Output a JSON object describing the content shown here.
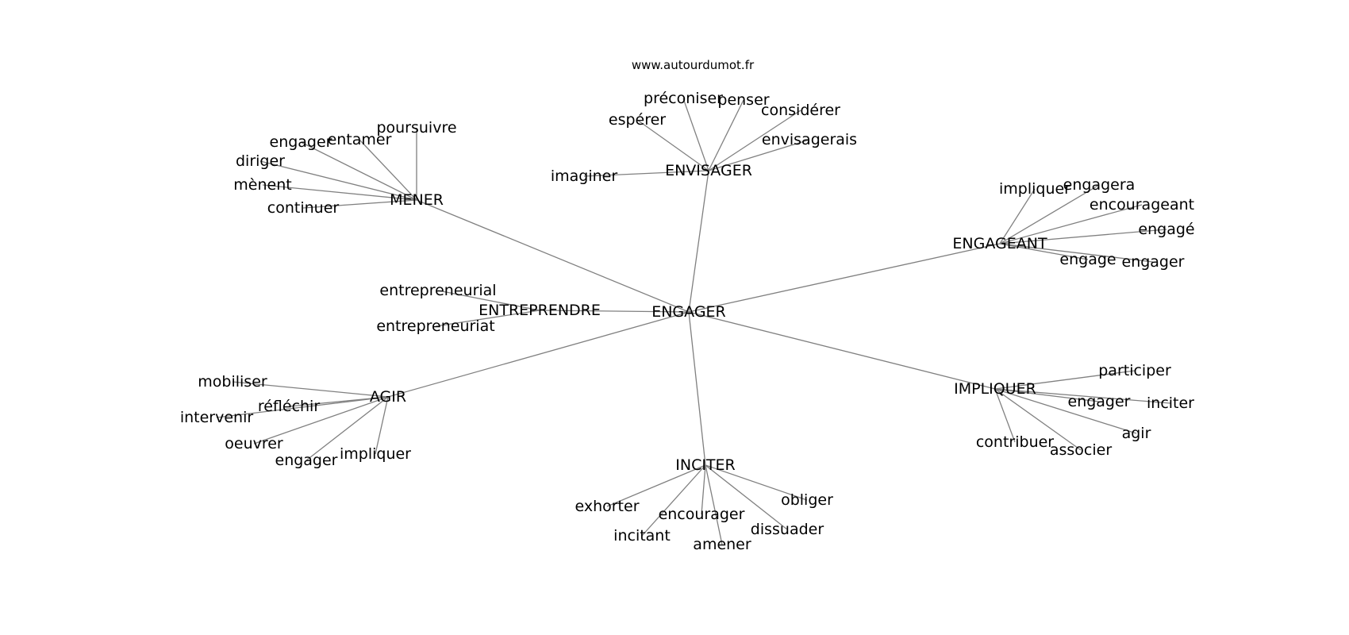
{
  "site_label": "www.autourdumot.fr",
  "center": "ENGAGER",
  "hubs": [
    {
      "label": "MENER",
      "neighbors": [
        "poursuivre",
        "entamer",
        "engager",
        "diriger",
        "mènent",
        "continuer"
      ]
    },
    {
      "label": "ENVISAGER",
      "neighbors": [
        "préconiser",
        "penser",
        "considérer",
        "espérer",
        "envisagerais",
        "imaginer"
      ]
    },
    {
      "label": "ENGAGEANT",
      "neighbors": [
        "impliquer",
        "engagera",
        "encourageant",
        "engagé",
        "engage",
        "engager"
      ]
    },
    {
      "label": "ENTREPRENDRE",
      "neighbors": [
        "entrepreneurial",
        "entrepreneuriat"
      ]
    },
    {
      "label": "AGIR",
      "neighbors": [
        "mobiliser",
        "réfléchir",
        "intervenir",
        "oeuvrer",
        "engager",
        "impliquer"
      ]
    },
    {
      "label": "IMPLIQUER",
      "neighbors": [
        "participer",
        "engager",
        "inciter",
        "agir",
        "contribuer",
        "associer"
      ]
    },
    {
      "label": "INCITER",
      "neighbors": [
        "exhorter",
        "obliger",
        "encourager",
        "dissuader",
        "incitant",
        "amener"
      ]
    }
  ]
}
